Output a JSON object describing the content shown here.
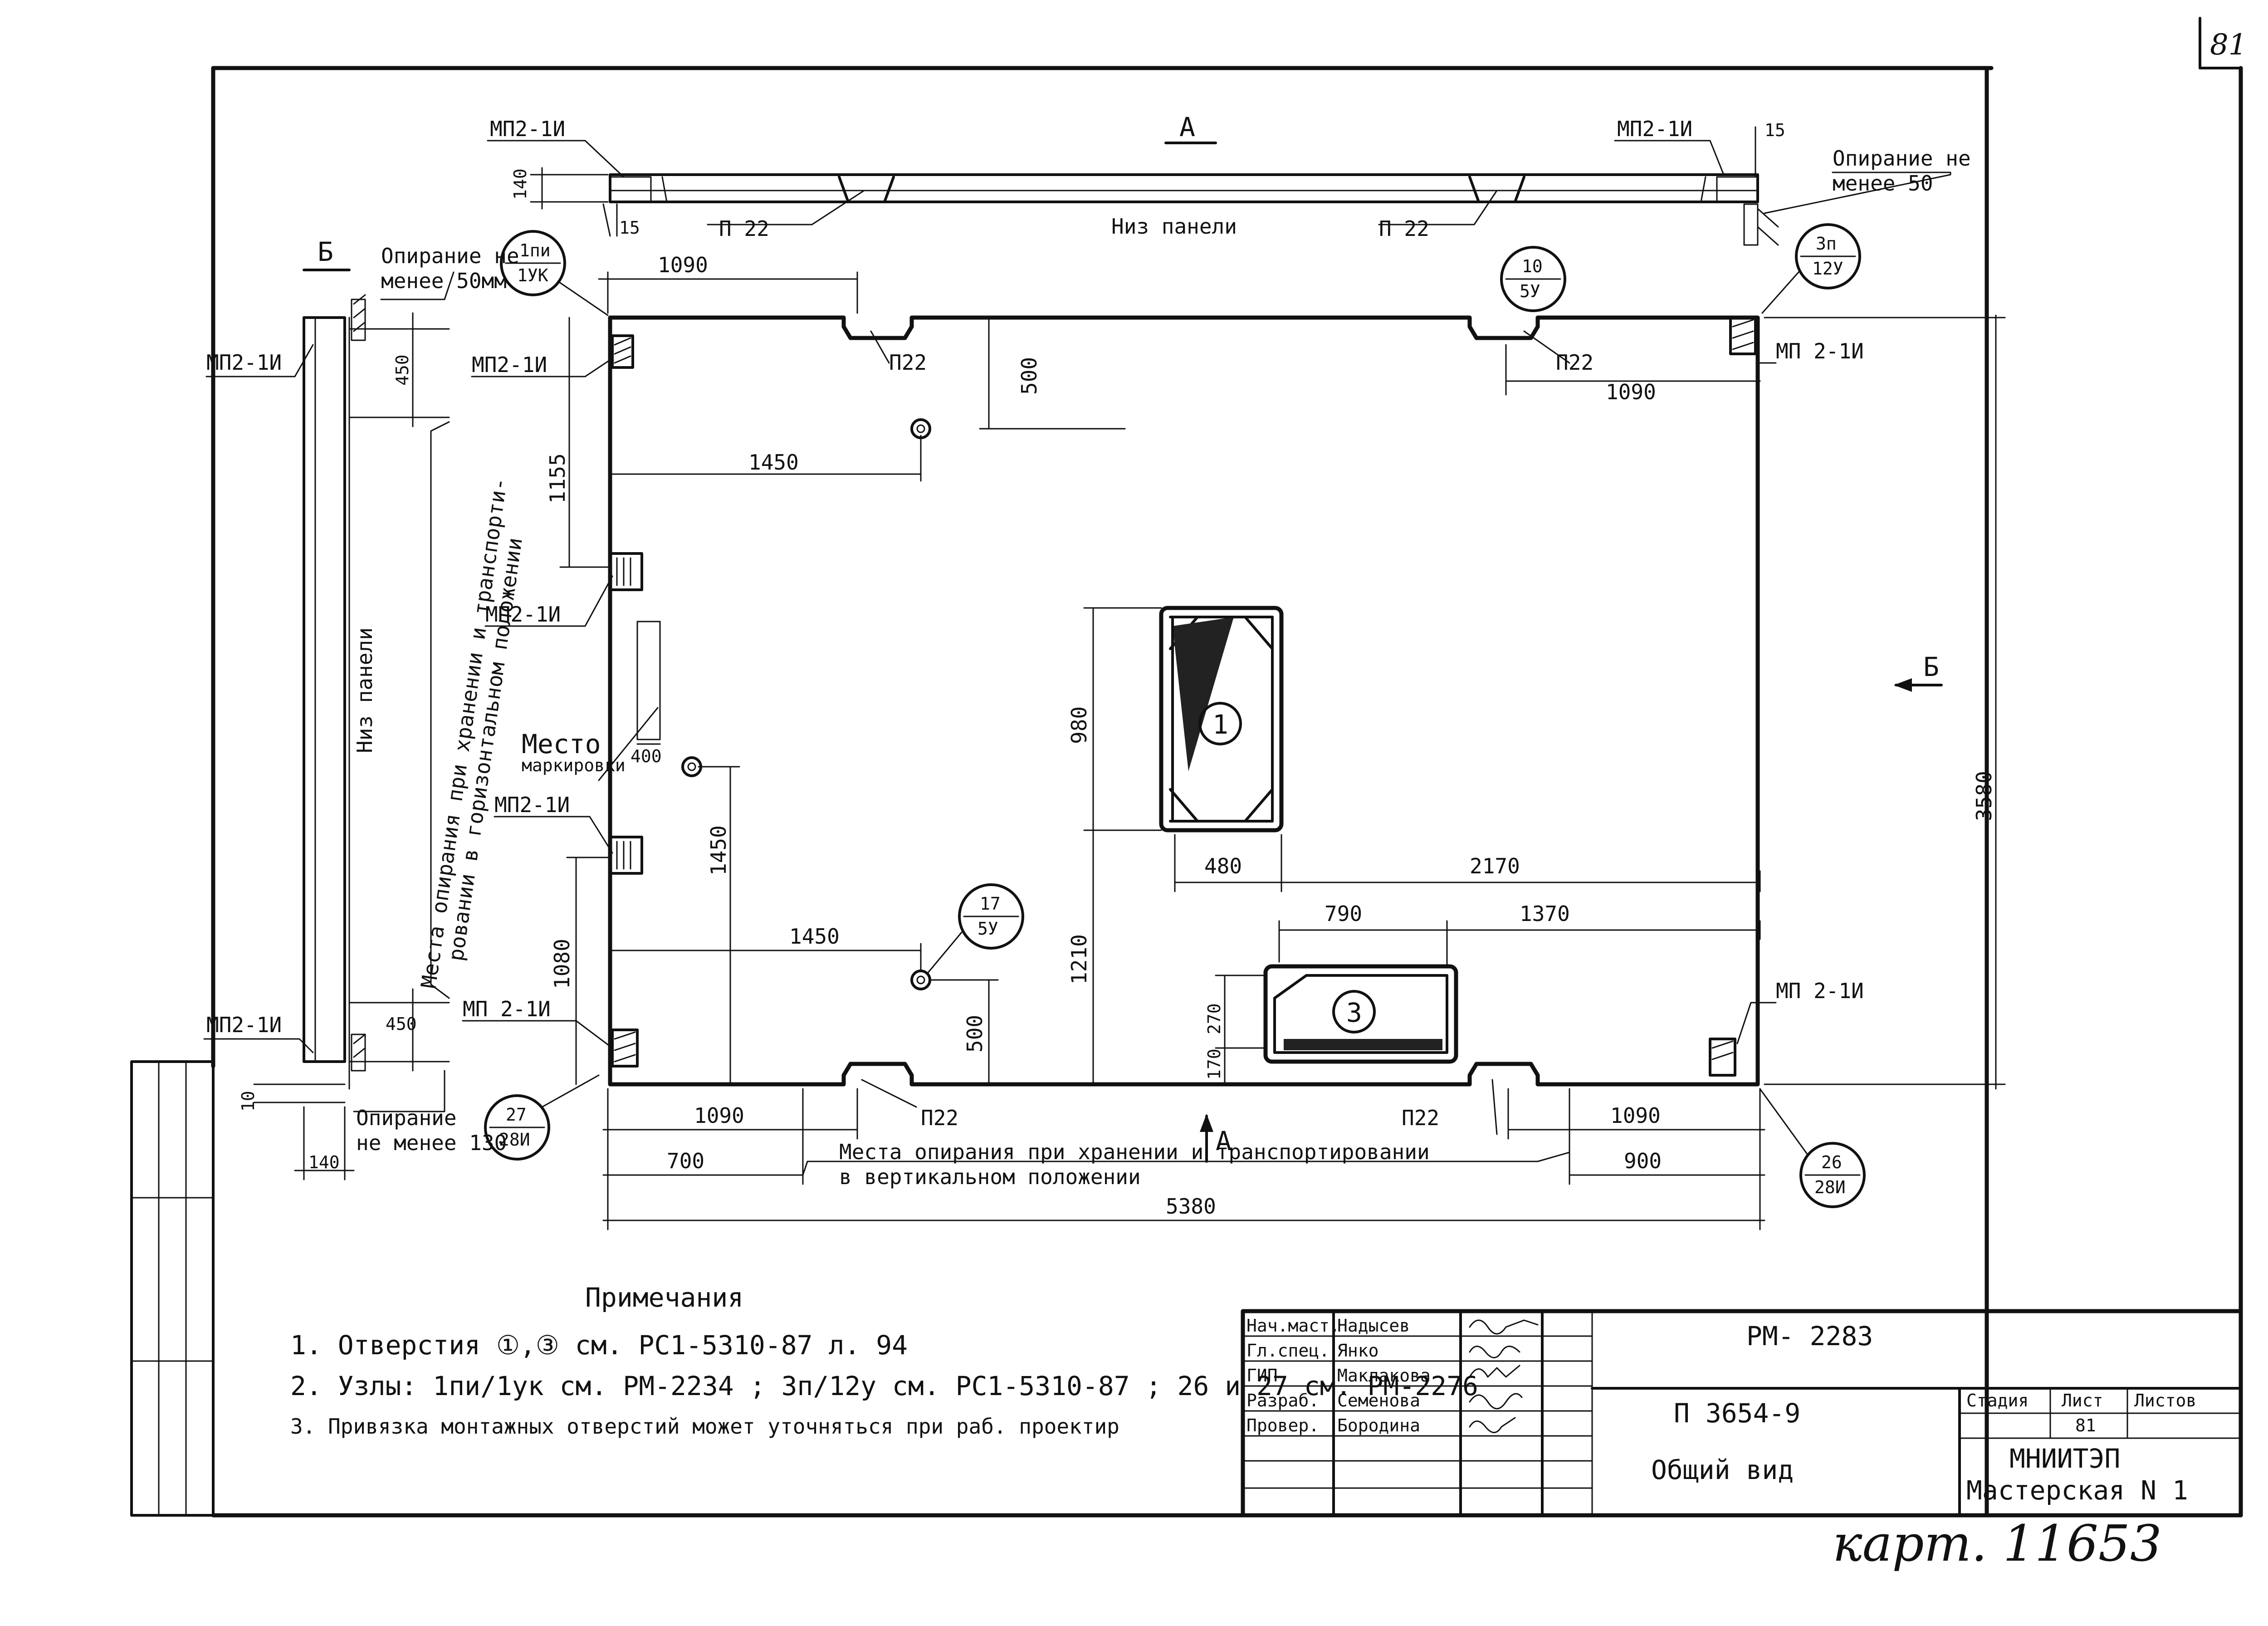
{
  "sheet_corner_number": "81",
  "section_labels": {
    "a_top": "А",
    "b_left": "Б",
    "b_right": "Б",
    "a_bottom": "А"
  },
  "elements": {
    "mp_top_left": "МП2-1И",
    "mp_top_right": "МП2-1И",
    "mp_left_upper": "МП2-1И",
    "mp_left_middle": "МП2-1И",
    "mp_left_lower": "МП2-1И",
    "mp_left_bottom": "МП 2-1И",
    "mp_right_top": "МП 2-1И",
    "mp_right_bottom": "МП 2-1И",
    "mp_section_b_top": "МП2-1И",
    "mp_section_b_bottom": "МП2-1И",
    "p22_top_left": "П 22",
    "p22_top_right": "П 22",
    "p22_plan_top_left": "П22",
    "p22_plan_top_right": "П22",
    "p22_plan_bottom_left": "П22",
    "p22_plan_bottom_right": "П22"
  },
  "notes_on_views": {
    "bottom_of_panel_top": "Низ панели",
    "bottom_of_panel_side": "Низ панели",
    "support_top_right_1": "Опирание не",
    "support_top_right_2": "менее 50",
    "support_left_top_1": "Опирание не",
    "support_left_top_2": "менее 50мм",
    "support_left_bottom_1": "Опирание",
    "support_left_bottom_2": "не менее 130",
    "marking_place_1": "Место",
    "marking_place_2": "маркировки",
    "horizontal_support_1": "Места опирания при хранении и транспорти-",
    "horizontal_support_2": "ровании в горизонтальном положении",
    "vertical_support_1": "Места опирания при хранении и транспортировании",
    "vertical_support_2": "в вертикальном положении"
  },
  "callouts": [
    {
      "top": "1пи",
      "bottom": "1УК"
    },
    {
      "top": "10",
      "bottom": "5У"
    },
    {
      "top": "3п",
      "bottom": "12У"
    },
    {
      "top": "17",
      "bottom": "5У"
    },
    {
      "top": "27",
      "bottom": "28И"
    },
    {
      "top": "26",
      "bottom": "28И"
    }
  ],
  "openings": {
    "one": "1",
    "three": "3"
  },
  "dimensions": {
    "d140_top": "140",
    "d15_right": "15",
    "d15_left": "15",
    "d1090_top_left": "1090",
    "d1090_right": "1090",
    "d500_top": "500",
    "d450_left_top": "450",
    "d1155": "1155",
    "d1450_top": "1450",
    "d980": "980",
    "d400": "400",
    "d1450_vert": "1450",
    "d480": "480",
    "d2170": "2170",
    "d3580": "3580",
    "d790": "790",
    "d1370": "1370",
    "d1450_bottom": "1450",
    "d1080": "1080",
    "d1210": "1210",
    "d270": "270",
    "d170": "170",
    "d500_bottom": "500",
    "d450_left_bottom": "450",
    "d10": "10",
    "d140_bottom": "140",
    "d1090_bottom_left": "1090",
    "d1090_bottom_right": "1090",
    "d700": "700",
    "d900": "900",
    "d5380": "5380"
  },
  "notes": {
    "title": "Примечания",
    "n1": "1. Отверстия ①,③ см. РС1-5310-87 л. 94",
    "n2": "2. Узлы: 1пи/1ук см. РМ-2234 ; 3п/12у см. РС1-5310-87 ; 26 и 27 см. РМ-2276",
    "n3": "3. Привязка монтажных отверстий может уточняться при раб. проектир"
  },
  "title_block": {
    "rows": [
      {
        "role": "Нач.маст.",
        "name": "Надысев"
      },
      {
        "role": "Гл.спец.",
        "name": "Янко"
      },
      {
        "role": "ГИП",
        "name": "Маклакова"
      },
      {
        "role": "Разраб.",
        "name": "Семенова"
      },
      {
        "role": "Провер.",
        "name": "Бородина"
      }
    ],
    "code": "РМ- 2283",
    "panel": "П 3654-9",
    "view": "Общий вид",
    "stage_header": "Стадия",
    "sheet_header": "Лист",
    "sheets_header": "Листов",
    "sheet_value": "81",
    "org_1": "МНИИТЭП",
    "org_2": "Мастерская N 1"
  },
  "card_note": "карт. 11653"
}
